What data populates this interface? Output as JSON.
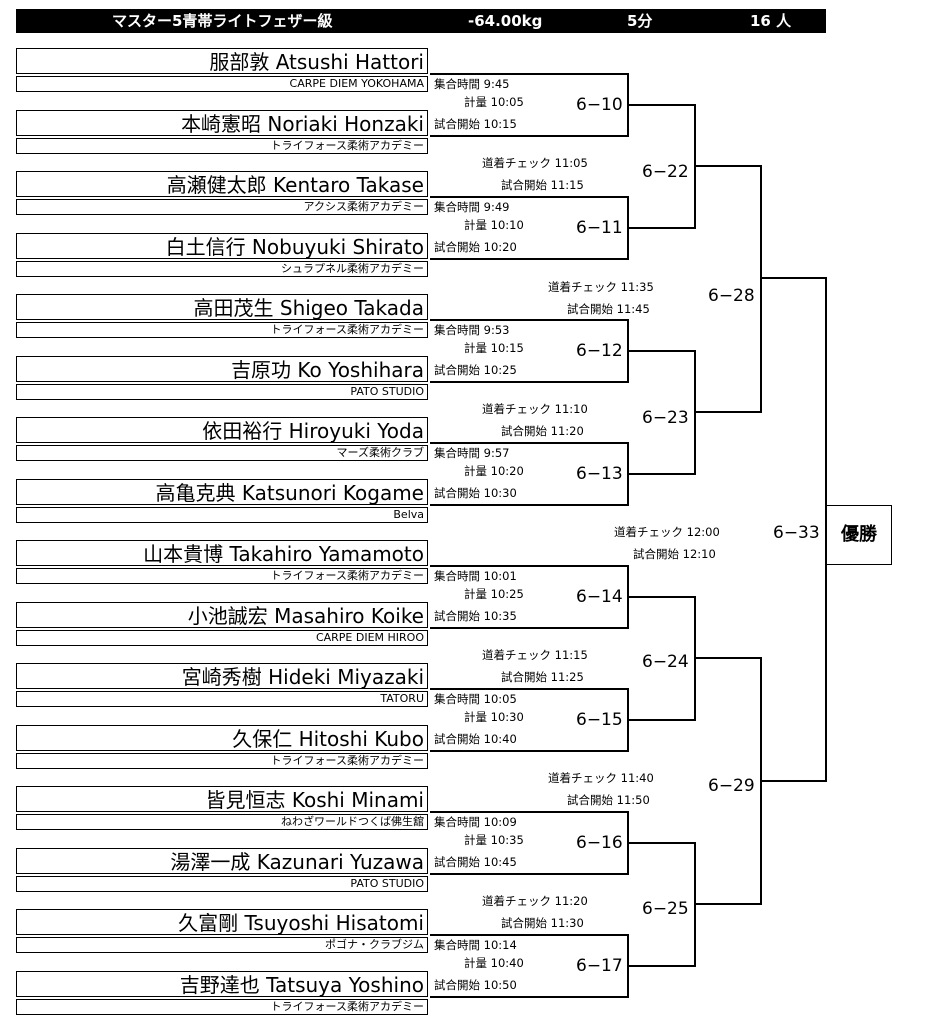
{
  "header": {
    "division": "マスター5青帯ライトフェザー級",
    "weight": "-64.00kg",
    "time": "5分",
    "count": "16 人"
  },
  "players": [
    {
      "name": "服部敦 Atsushi Hattori",
      "club": "CARPE DIEM YOKOHAMA"
    },
    {
      "name": "本崎憲昭 Noriaki Honzaki",
      "club": "トライフォース柔術アカデミー"
    },
    {
      "name": "高瀬健太郎 Kentaro Takase",
      "club": "アクシス柔術アカデミー"
    },
    {
      "name": "白土信行 Nobuyuki Shirato",
      "club": "シュラプネル柔術アカデミー"
    },
    {
      "name": "高田茂生 Shigeo Takada",
      "club": "トライフォース柔術アカデミー"
    },
    {
      "name": "吉原功 Ko Yoshihara",
      "club": "PATO STUDIO"
    },
    {
      "name": "依田裕行 Hiroyuki Yoda",
      "club": "マーズ柔術クラブ"
    },
    {
      "name": "高亀克典 Katsunori Kogame",
      "club": "Belva"
    },
    {
      "name": "山本貴博 Takahiro Yamamoto",
      "club": "トライフォース柔術アカデミー"
    },
    {
      "name": "小池誠宏 Masahiro Koike",
      "club": "CARPE DIEM HIROO"
    },
    {
      "name": "宮崎秀樹 Hideki Miyazaki",
      "club": "TATORU"
    },
    {
      "name": "久保仁 Hitoshi Kubo",
      "club": "トライフォース柔術アカデミー"
    },
    {
      "name": "皆見恒志 Koshi Minami",
      "club": "ねわざワールドつくば佛生舘"
    },
    {
      "name": "湯澤一成 Kazunari Yuzawa",
      "club": "PATO STUDIO"
    },
    {
      "name": "久富剛 Tsuyoshi Hisatomi",
      "club": "ポゴナ・クラブジム"
    },
    {
      "name": "吉野達也 Tatsuya Yoshino",
      "club": "トライフォース柔術アカデミー"
    }
  ],
  "r1": [
    {
      "label": "6−10",
      "gather": "集合時間 9:45",
      "weigh": "計量 10:05",
      "start": "試合開始 10:15"
    },
    {
      "label": "6−11",
      "gather": "集合時間 9:49",
      "weigh": "計量 10:10",
      "start": "試合開始 10:20"
    },
    {
      "label": "6−12",
      "gather": "集合時間 9:53",
      "weigh": "計量 10:15",
      "start": "試合開始 10:25"
    },
    {
      "label": "6−13",
      "gather": "集合時間 9:57",
      "weigh": "計量 10:20",
      "start": "試合開始 10:30"
    },
    {
      "label": "6−14",
      "gather": "集合時間 10:01",
      "weigh": "計量 10:25",
      "start": "試合開始 10:35"
    },
    {
      "label": "6−15",
      "gather": "集合時間 10:05",
      "weigh": "計量 10:30",
      "start": "試合開始 10:40"
    },
    {
      "label": "6−16",
      "gather": "集合時間 10:09",
      "weigh": "計量 10:35",
      "start": "試合開始 10:45"
    },
    {
      "label": "6−17",
      "gather": "集合時間 10:14",
      "weigh": "計量 10:40",
      "start": "試合開始 10:50"
    }
  ],
  "r2": [
    {
      "label": "6−22",
      "check": "道着チェック 11:05",
      "start": "試合開始 11:15"
    },
    {
      "label": "6−23",
      "check": "道着チェック 11:10",
      "start": "試合開始 11:20"
    },
    {
      "label": "6−24",
      "check": "道着チェック 11:15",
      "start": "試合開始 11:25"
    },
    {
      "label": "6−25",
      "check": "道着チェック 11:20",
      "start": "試合開始 11:30"
    }
  ],
  "r3": [
    {
      "label": "6−28",
      "check": "道着チェック 11:35",
      "start": "試合開始 11:45"
    },
    {
      "label": "6−29",
      "check": "道着チェック 11:40",
      "start": "試合開始 11:50"
    }
  ],
  "final": {
    "label": "6−33",
    "check": "道着チェック 12:00",
    "start": "試合開始 12:10",
    "winner": "優勝"
  }
}
